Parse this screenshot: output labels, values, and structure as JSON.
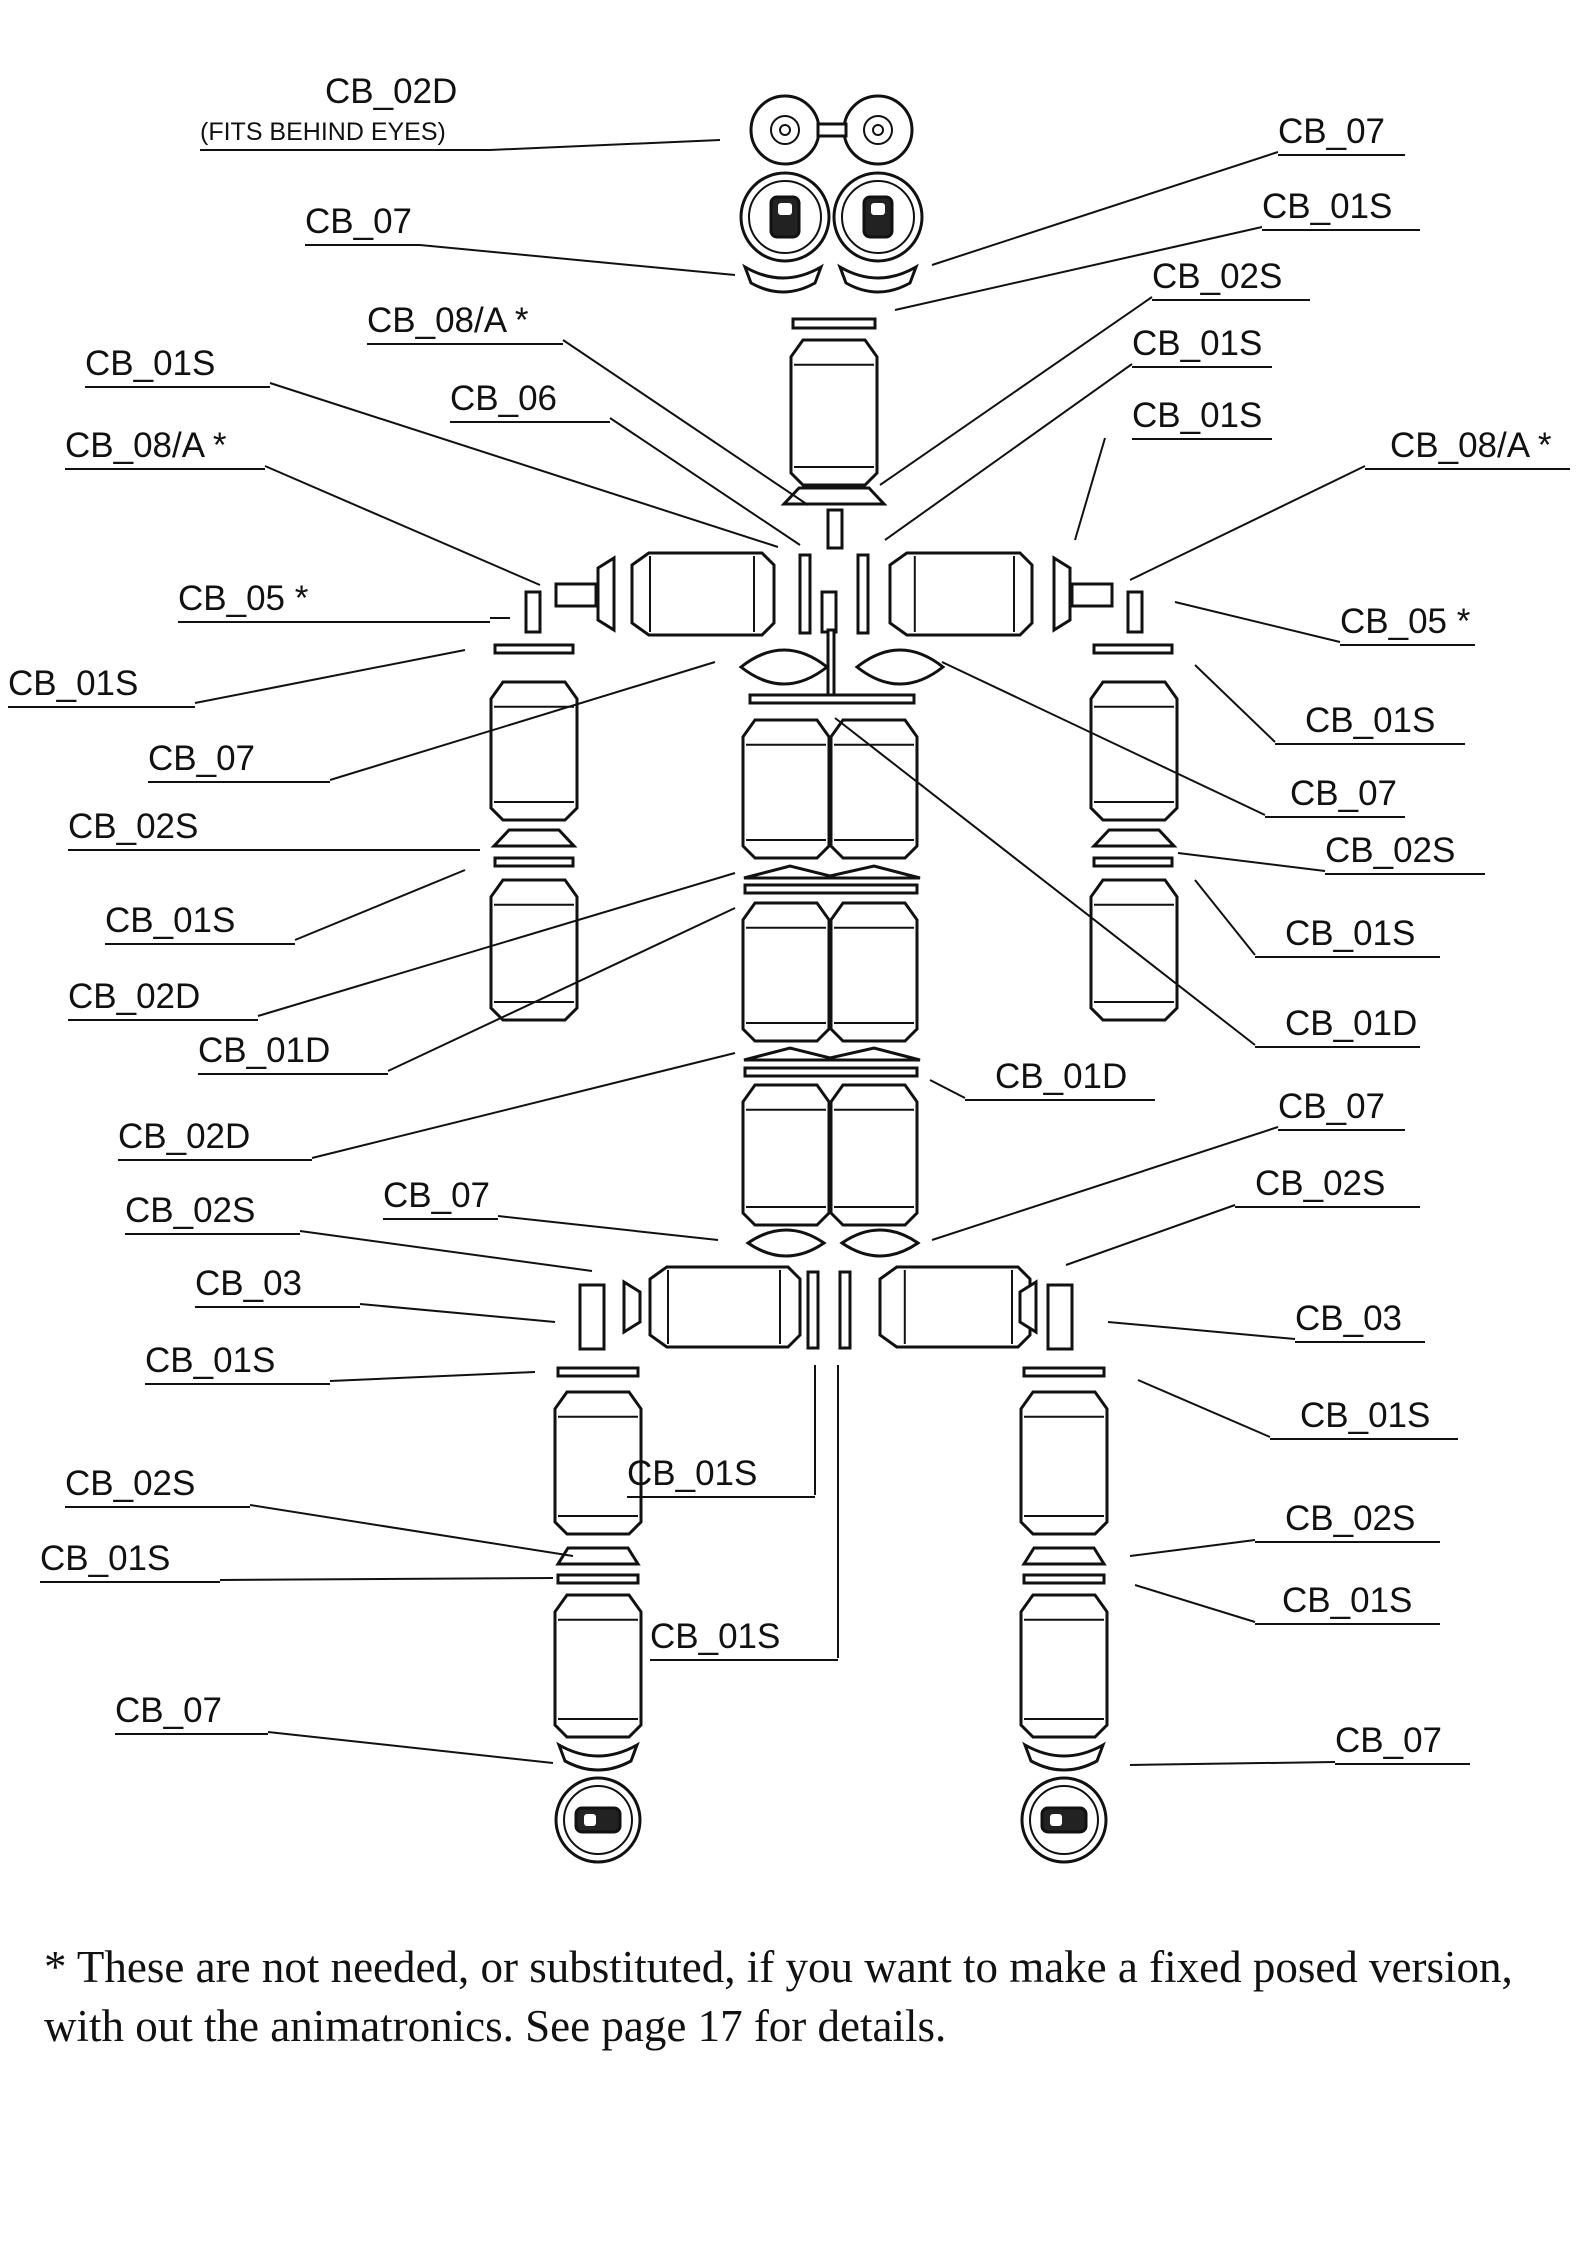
{
  "callouts": [
    {
      "id": "head-eyes-backing",
      "text": "CB_02D"
    },
    {
      "id": "head-eyes-note",
      "text": "(FITS BEHIND EYES)"
    },
    {
      "id": "head-eye-cap-left",
      "text": "CB_07"
    },
    {
      "id": "head-eye-cap-right",
      "text": "CB_07"
    },
    {
      "id": "head-ring-top",
      "text": "CB_01S"
    },
    {
      "id": "neck-connector",
      "text": "CB_02S"
    },
    {
      "id": "neck-servo",
      "text": "CB_08/A *"
    },
    {
      "id": "neck-ring",
      "text": "CB_01S"
    },
    {
      "id": "neck-rod",
      "text": "CB_06"
    },
    {
      "id": "shoulder-ring-left",
      "text": "CB_01S"
    },
    {
      "id": "shoulder-ring-right",
      "text": "CB_01S"
    },
    {
      "id": "shoulder-servo-left",
      "text": "CB_08/A  *"
    },
    {
      "id": "shoulder-servo-right",
      "text": "CB_08/A *"
    },
    {
      "id": "arm-pin-left",
      "text": "CB_05 *"
    },
    {
      "id": "arm-pin-right",
      "text": "CB_05 *"
    },
    {
      "id": "upper-arm-ring-left",
      "text": "CB_01S"
    },
    {
      "id": "upper-arm-ring-right",
      "text": "CB_01S"
    },
    {
      "id": "shoulder-cap-left",
      "text": "CB_07"
    },
    {
      "id": "shoulder-cap-right",
      "text": "CB_07"
    },
    {
      "id": "elbow-connector-left",
      "text": "CB_02S"
    },
    {
      "id": "elbow-connector-right",
      "text": "CB_02S"
    },
    {
      "id": "forearm-ring-left",
      "text": "CB_01S"
    },
    {
      "id": "forearm-ring-right",
      "text": "CB_01S"
    },
    {
      "id": "chest-connector",
      "text": "CB_02D"
    },
    {
      "id": "chest-ring",
      "text": "CB_01D"
    },
    {
      "id": "torso-ring-top",
      "text": "CB_01D"
    },
    {
      "id": "torso-ring-mid",
      "text": "CB_01D"
    },
    {
      "id": "waist-connector",
      "text": "CB_02D"
    },
    {
      "id": "hip-cap-left",
      "text": "CB_07"
    },
    {
      "id": "hip-cap-right",
      "text": "CB_07"
    },
    {
      "id": "hip-connector-left",
      "text": "CB_02S"
    },
    {
      "id": "hip-connector-right",
      "text": "CB_02S"
    },
    {
      "id": "hip-pin-left",
      "text": "CB_03"
    },
    {
      "id": "hip-pin-right",
      "text": "CB_03"
    },
    {
      "id": "thigh-ring-left",
      "text": "CB_01S"
    },
    {
      "id": "thigh-ring-right",
      "text": "CB_01S"
    },
    {
      "id": "pelvis-ring-upper",
      "text": "CB_01S"
    },
    {
      "id": "pelvis-ring-lower",
      "text": "CB_01S"
    },
    {
      "id": "knee-connector-left",
      "text": "CB_02S"
    },
    {
      "id": "knee-connector-right",
      "text": "CB_02S"
    },
    {
      "id": "shin-ring-left",
      "text": "CB_01S"
    },
    {
      "id": "shin-ring-right",
      "text": "CB_01S"
    },
    {
      "id": "foot-cap-left",
      "text": "CB_07"
    },
    {
      "id": "foot-cap-right",
      "text": "CB_07"
    }
  ],
  "footnote": "* These are not needed, or substituted, if you want to make a fixed posed version, with out the animatronics. See page 17 for details."
}
